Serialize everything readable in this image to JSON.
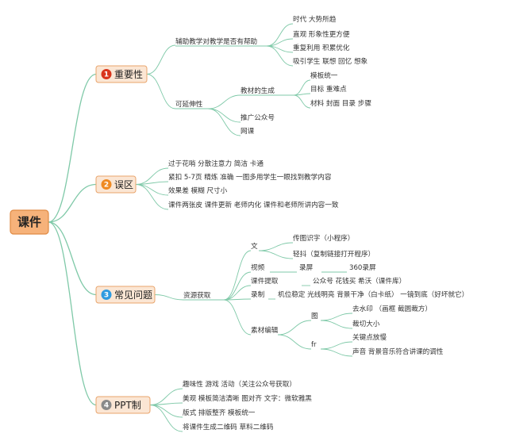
{
  "root": {
    "label": "课件",
    "fill": "#f6b27a",
    "stroke": "#e08a43"
  },
  "colors": {
    "edge": "#7fc9a8",
    "main_fill": "#fbe6d4",
    "main_stroke": "#e9a46b"
  },
  "branches": [
    {
      "num": "1",
      "label": "重要性",
      "badge_color": "#d9341c",
      "children": [
        {
          "label": "辅助教学对教学是否有帮助",
          "children": [
            {
              "label": "时代 大势所趋"
            },
            {
              "label": "直观 形象性更方便"
            },
            {
              "label": "重复利用 积累优化"
            },
            {
              "label": "吸引学生 联想 回忆 想象"
            }
          ]
        },
        {
          "label": "可延伸性",
          "children": [
            {
              "label": "教材的生成",
              "children": [
                {
                  "label": "模板统一"
                },
                {
                  "label": "目标 重难点"
                },
                {
                  "label": "材料 封面 目录 步骤"
                }
              ]
            },
            {
              "label": "推广公众号"
            },
            {
              "label": "网课"
            }
          ]
        }
      ]
    },
    {
      "num": "2",
      "label": "误区",
      "badge_color": "#ef8a23",
      "children": [
        {
          "label": "过于花哨 分散注意力 简洁 卡通"
        },
        {
          "label": "紧扣 5-7页 精炼 准确 一图多用学生一眼找到教学内容"
        },
        {
          "label": "效果差 模糊 尺寸小"
        },
        {
          "label": "课件两张皮 课件更新 老师内化 课件和老师所讲内容一致"
        }
      ]
    },
    {
      "num": "3",
      "label": "常见问题",
      "badge_color": "#2f9be0",
      "children": [
        {
          "label": "资源获取",
          "children": [
            {
              "label": "文",
              "children": [
                {
                  "label": "传图识字（小程序）"
                },
                {
                  "label": "轻抖（复制链接打开程序）"
                }
              ]
            },
            {
              "label": "视频",
              "children": [
                {
                  "label": "录屏"
                },
                {
                  "label": "360录屏"
                }
              ]
            },
            {
              "label": "课件提取",
              "children": [
                {
                  "label": "公众号 花钱买 希沃（课件库）"
                }
              ]
            },
            {
              "label": "录制",
              "children": [
                {
                  "label": "机位稳定 光线明亮 背景干净（白卡纸） 一镜到底（好坏就它）"
                }
              ]
            },
            {
              "label": "素材编辑",
              "children": [
                {
                  "label": "图",
                  "children": [
                    {
                      "label": "去水印 （画框 截圆裁方）"
                    },
                    {
                      "label": "裁切大小"
                    }
                  ]
                },
                {
                  "label": "fr",
                  "children": [
                    {
                      "label": "关键点放慢"
                    },
                    {
                      "label": "声音 背景音乐符合讲课的调性"
                    }
                  ]
                }
              ]
            }
          ]
        }
      ]
    },
    {
      "num": "4",
      "label": "PPT制",
      "badge_color": "#8a8a8a",
      "children": [
        {
          "label": "趣味性 游戏 活动（关注公众号获取）"
        },
        {
          "label": "美观 模板简洁清晰 图对齐 文字：微软雅黑"
        },
        {
          "label": "版式 排版整齐 模板统一"
        },
        {
          "label": "将课件生成二维码 草料二维码"
        }
      ]
    }
  ]
}
